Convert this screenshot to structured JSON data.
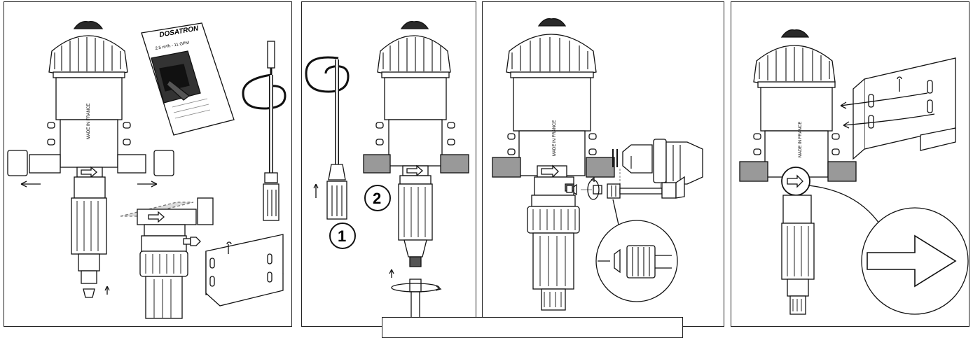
{
  "panels": [
    {
      "id": "unpacking",
      "brand": "DOSATRON",
      "label_made_in": "MADE IN FRANCE",
      "booklet_spec": "2.5 m³/h - 11 GPM"
    },
    {
      "id": "suction-tube",
      "step_one": "1",
      "step_two": "2"
    },
    {
      "id": "injection-fitting",
      "label_made_in": "MADE IN FRANCE"
    },
    {
      "id": "bracket-mounting",
      "label_made_in": "MADE IN FRANCE"
    }
  ],
  "colors": {
    "line": "#111111",
    "mid": "#777777",
    "light": "#d8d8d8",
    "dark": "#2a2a2a"
  }
}
